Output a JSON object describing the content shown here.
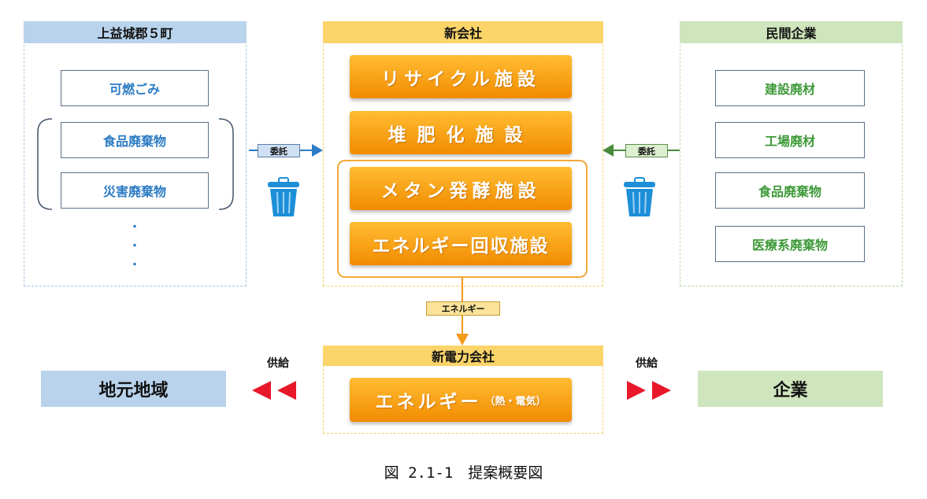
{
  "left": {
    "header": "上益城郡５町",
    "items": [
      "可燃ごみ",
      "食品廃棄物",
      "災害廃棄物"
    ],
    "more": "・"
  },
  "center": {
    "header": "新会社",
    "facilities": [
      "リサイクル施設",
      "堆肥化施設",
      "メタン発酵施設",
      "エネルギー回収施設"
    ]
  },
  "right": {
    "header": "民間企業",
    "items": [
      "建設廃材",
      "工場廃材",
      "食品廃棄物",
      "医療系廃棄物"
    ]
  },
  "arrows": {
    "left_label": "委託",
    "right_label": "委託",
    "energy_label": "エネルギー",
    "supply_left": "供給",
    "supply_right": "供給"
  },
  "power": {
    "header": "新電力会社",
    "main": "エネルギー",
    "sub": "（熱・電気）"
  },
  "targets": {
    "left": "地元地域",
    "right": "企業"
  },
  "caption": "図 2.1-1　提案概要図",
  "colors": {
    "blue_header": "#b9d3ec",
    "orange_header": "#fbd46a",
    "green_header": "#cfe5bd",
    "facility_orange": "#f28b00",
    "blue_arrow": "#2c7cc4",
    "green_arrow": "#4a8b3c",
    "red_arrow": "#e8182a",
    "bin_blue": "#1d8fd8"
  }
}
